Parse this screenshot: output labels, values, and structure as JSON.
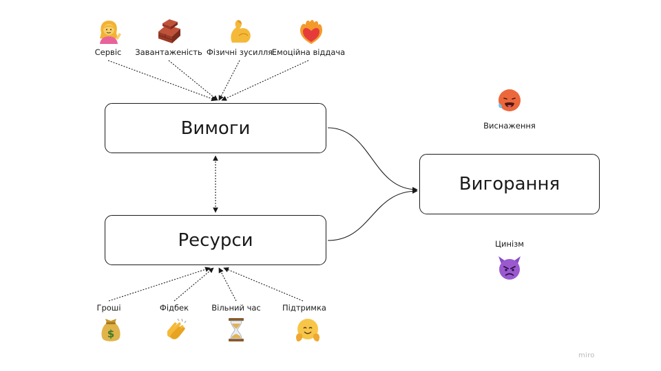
{
  "diagram": {
    "boxes": {
      "demands": "Вимоги",
      "resources": "Ресурси",
      "burnout": "Вигорання"
    },
    "demand_factors": [
      {
        "label": "Сервіс",
        "icon": "woman-tipping-hand-icon"
      },
      {
        "label": "Завантаженість",
        "icon": "bricks-icon"
      },
      {
        "label": "Фізичні зусилля",
        "icon": "flexed-biceps-icon"
      },
      {
        "label": "Емоційна віддача",
        "icon": "heart-on-fire-icon"
      }
    ],
    "resource_factors": [
      {
        "label": "Гроші",
        "icon": "money-bag-icon"
      },
      {
        "label": "Фідбек",
        "icon": "clapping-hands-icon"
      },
      {
        "label": "Вільний час",
        "icon": "hourglass-icon"
      },
      {
        "label": "Підтримка",
        "icon": "hugging-face-icon"
      }
    ],
    "burnout_dimensions": [
      {
        "label": "Виснаження",
        "icon": "hot-face-icon"
      },
      {
        "label": "Цинізм",
        "icon": "angry-devil-icon"
      }
    ]
  },
  "watermark": "miro",
  "colors": {
    "line": "#1a1a1a",
    "watermark": "#b8b8b8"
  }
}
